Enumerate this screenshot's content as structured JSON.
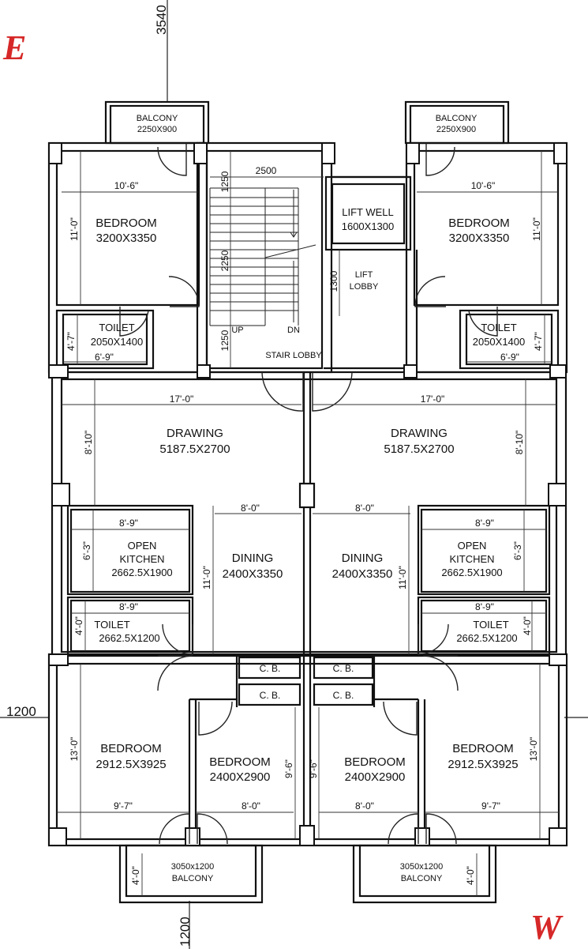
{
  "compass": {
    "east": "E",
    "west": "W",
    "color": "#d62828"
  },
  "colors": {
    "wall": "#111111",
    "line": "#222222"
  },
  "top_dim": "3540",
  "side_dim": "1200",
  "bottom_dim": "1200",
  "rooms": {
    "balcony_top_l": "BALCONY",
    "balcony_top_l_size": "2250X900",
    "balcony_top_r": "BALCONY",
    "balcony_top_r_size": "2250X900",
    "bedroom_tl": "BEDROOM",
    "bedroom_tl_size": "3200X3350",
    "bedroom_tr": "BEDROOM",
    "bedroom_tr_size": "3200X3350",
    "lift": "LIFT WELL",
    "lift_size": "1600X1300",
    "lift_lobby_1": "LIFT",
    "lift_lobby_2": "LOBBY",
    "stair_lobby": "STAIR LOBBY",
    "up": "UP",
    "dn": "DN",
    "toilet_tl": "TOILET",
    "toilet_tl_size": "2050X1400",
    "toilet_tr": "TOILET",
    "toilet_tr_size": "2050X1400",
    "drawing_l": "DRAWING",
    "drawing_l_size": "5187.5X2700",
    "drawing_r": "DRAWING",
    "drawing_r_size": "5187.5X2700",
    "kitchen_l_1": "OPEN",
    "kitchen_l_2": "KITCHEN",
    "kitchen_l_size": "2662.5X1900",
    "kitchen_r_1": "OPEN",
    "kitchen_r_2": "KITCHEN",
    "kitchen_r_size": "2662.5X1900",
    "dining_l": "DINING",
    "dining_l_size": "2400X3350",
    "dining_r": "DINING",
    "dining_r_size": "2400X3350",
    "toilet_ml": "TOILET",
    "toilet_ml_size": "2662.5X1200",
    "toilet_mr": "TOILET",
    "toilet_mr_size": "2662.5X1200",
    "cb_1": "C. B.",
    "cb_2": "C. B.",
    "cb_3": "C. B.",
    "cb_4": "C. B.",
    "bedroom_bl": "BEDROOM",
    "bedroom_bl_size": "2912.5X3925",
    "bedroom_bml": "BEDROOM",
    "bedroom_bml_size": "2400X2900",
    "bedroom_bmr": "BEDROOM",
    "bedroom_bmr_size": "2400X2900",
    "bedroom_br": "BEDROOM",
    "bedroom_br_size": "2912.5X3925",
    "balcony_bl_size": "3050x1200",
    "balcony_bl": "BALCONY",
    "balcony_br_size": "3050x1200",
    "balcony_br": "BALCONY"
  },
  "dims": {
    "d_10_6_l": "10'-6\"",
    "d_10_6_r": "10'-6\"",
    "d_11_0_l": "11'-0\"",
    "d_11_0_r": "11'-0\"",
    "d_2500": "2500",
    "d_1250_a": "1250",
    "d_2250": "2250",
    "d_1250_b": "1250",
    "d_1300": "1300",
    "d_4_7_l": "4'-7\"",
    "d_4_7_r": "4'-7\"",
    "d_6_9_l": "6'-9\"",
    "d_6_9_r": "6'-9\"",
    "d_17_0_l": "17'-0\"",
    "d_17_0_r": "17'-0\"",
    "d_8_10_l": "8'-10\"",
    "d_8_10_r": "8'-10\"",
    "d_8_0_dl": "8'-0\"",
    "d_8_0_dr": "8'-0\"",
    "d_8_9_kl": "8'-9\"",
    "d_8_9_kr": "8'-9\"",
    "d_6_3_l": "6'-3\"",
    "d_6_3_r": "6'-3\"",
    "d_11_0_dl": "11'-0\"",
    "d_11_0_dr": "11'-0\"",
    "d_8_9_tl": "8'-9\"",
    "d_8_9_tr": "8'-9\"",
    "d_4_0_tl": "4'-0\"",
    "d_4_0_tr": "4'-0\"",
    "d_13_0_l": "13'-0\"",
    "d_13_0_r": "13'-0\"",
    "d_9_6_l": "9'-6\"",
    "d_9_6_r": "9'-6\"",
    "d_9_7_l": "9'-7\"",
    "d_9_7_r": "9'-7\"",
    "d_8_0_bl": "8'-0\"",
    "d_8_0_br": "8'-0\"",
    "d_4_0_bl": "4'-0\"",
    "d_4_0_br": "4'-0\""
  }
}
